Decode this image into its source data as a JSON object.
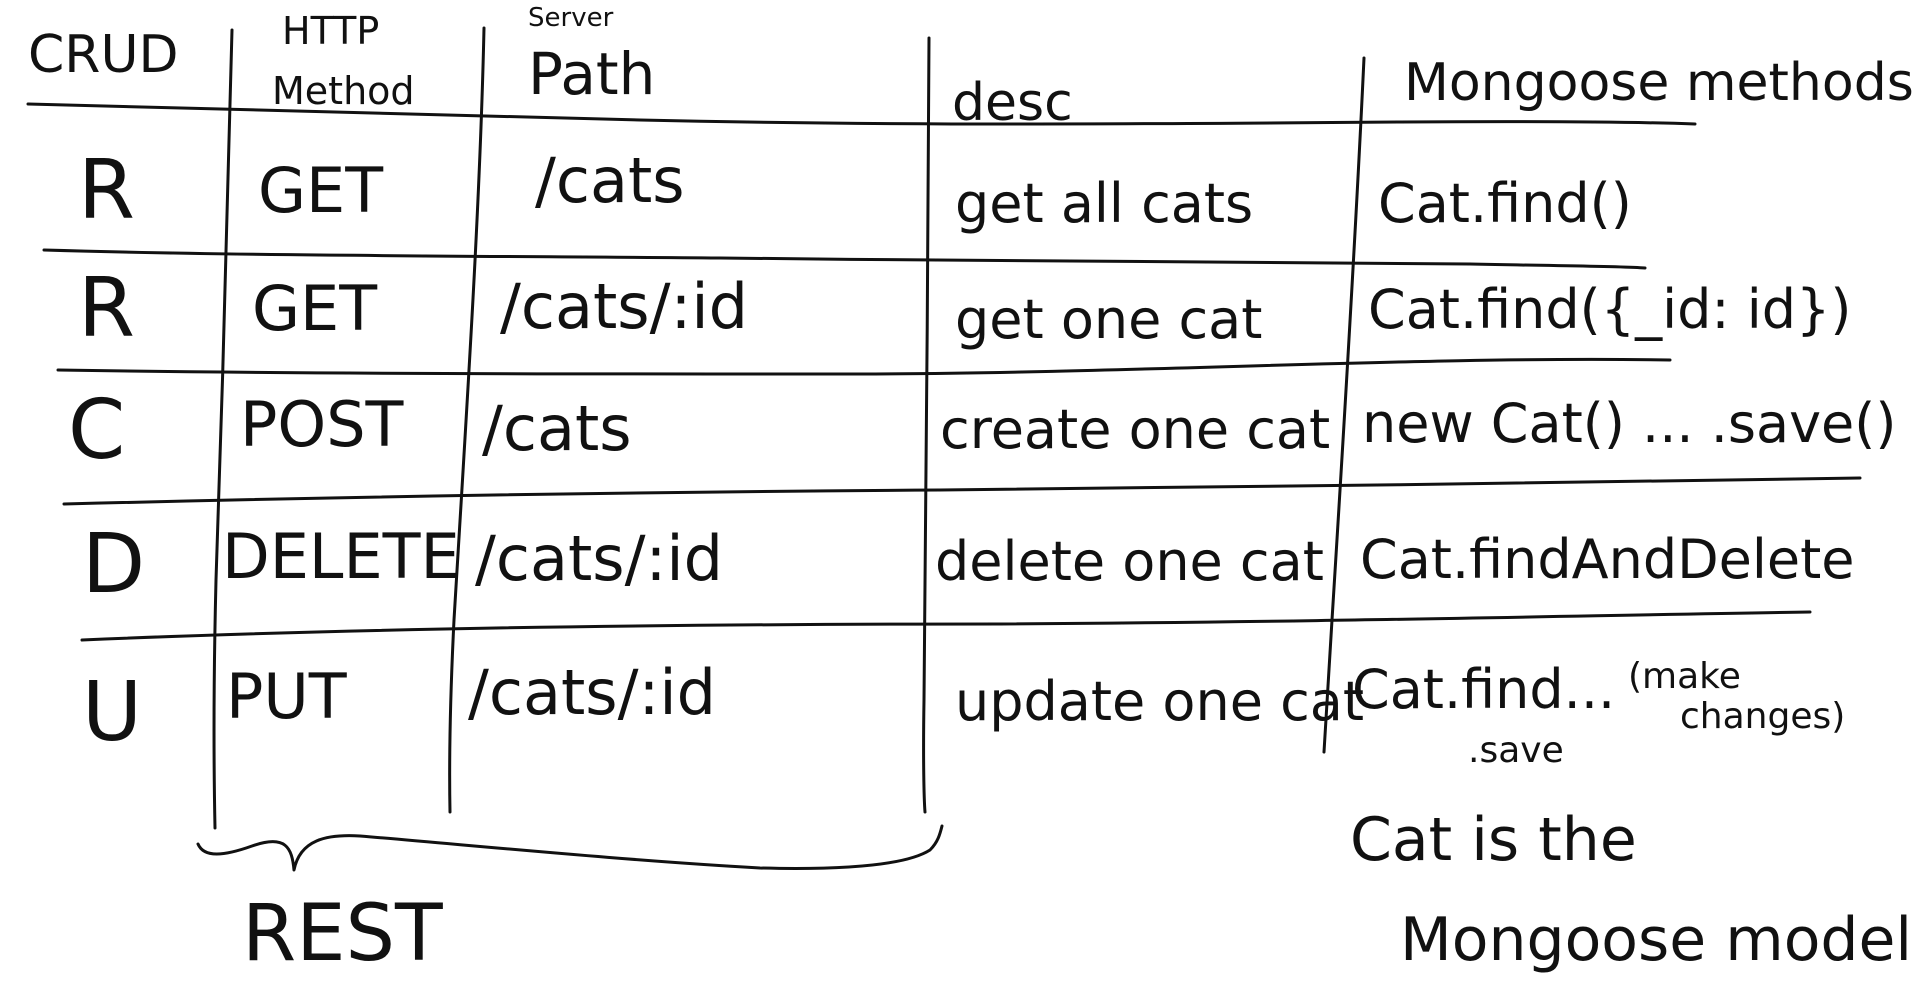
{
  "headers": {
    "crud": "CRUD",
    "http_method_top": "HTTP",
    "http_method_bottom": "Method",
    "path_top": "Server",
    "path": "Path",
    "desc": "desc",
    "mongoose": "Mongoose methods"
  },
  "rows": [
    {
      "crud": "R",
      "method": "GET",
      "path": "/cats",
      "desc": "get all cats",
      "mongoose": "Cat.find()"
    },
    {
      "crud": "R",
      "method": "GET",
      "path": "/cats/:id",
      "desc": "get one cat",
      "mongoose": "Cat.find({_id: id})"
    },
    {
      "crud": "C",
      "method": "POST",
      "path": "/cats",
      "desc": "create one cat",
      "mongoose": "new Cat() ... .save()"
    },
    {
      "crud": "D",
      "method": "DELETE",
      "path": "/cats/:id",
      "desc": "delete one cat",
      "mongoose": "Cat.findAndDelete"
    },
    {
      "crud": "U",
      "method": "PUT",
      "path": "/cats/:id",
      "desc": "update one cat",
      "mongoose": "Cat.find...",
      "mongoose_note": "(make changes)",
      "mongoose_note_top": "(make",
      "mongoose_note_bottom": "changes)",
      "mongoose_save": ".save"
    }
  ],
  "brace_label": "REST",
  "footnote_line1": "Cat is the",
  "footnote_line2": "Mongoose model",
  "ink_color": "#111111",
  "background_color": "#ffffff"
}
